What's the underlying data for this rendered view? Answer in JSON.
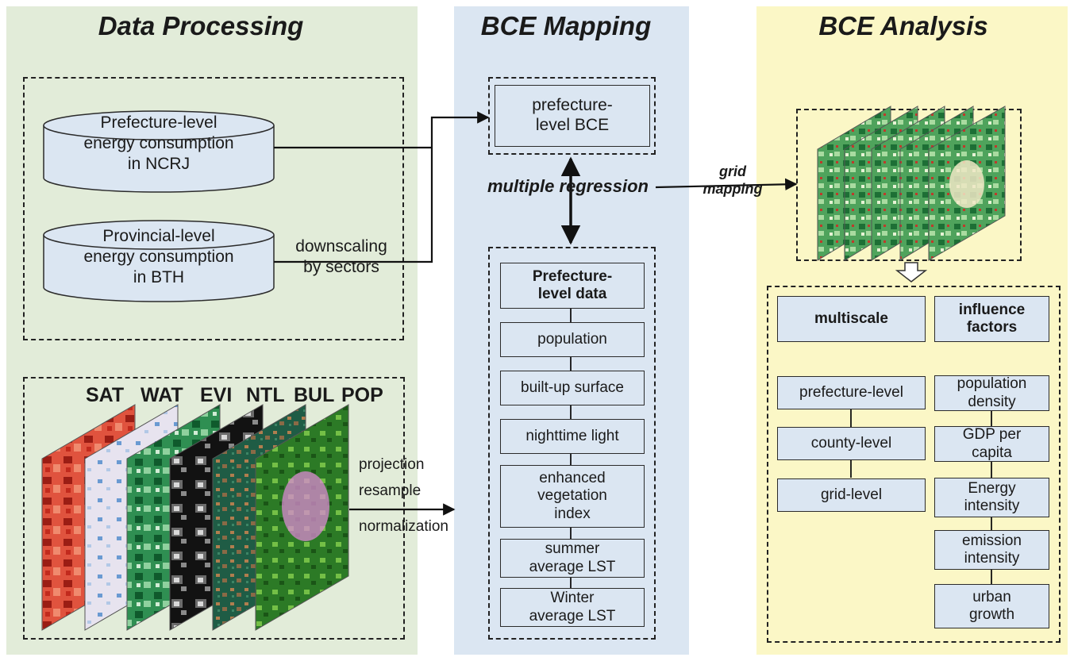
{
  "sections": {
    "data_processing": "Data Processing",
    "bce_mapping": "BCE Mapping",
    "bce_analysis": "BCE Analysis"
  },
  "inputs": {
    "prefecture_db": "Prefecture-level\nenergy consumption\nin NCRJ",
    "provincial_db": "Provincial-level\nenergy consumption\nin BTH",
    "downscaling": "downscaling\nby sectors",
    "layer_labels": [
      "SAT",
      "WAT",
      "EVI",
      "NTL",
      "BUL",
      "POP"
    ],
    "preprocess": [
      "projection",
      "resample",
      "normalization"
    ]
  },
  "mapping": {
    "bce_box": "prefecture-\nlevel BCE",
    "regression": "multiple regression",
    "data_header": "Prefecture-\nlevel data",
    "factors": [
      "population",
      "built-up surface",
      "nighttime light",
      "enhanced\nvegetation\nindex",
      "summer\naverage LST",
      "Winter\naverage LST"
    ]
  },
  "grid_label": "grid\nmapping",
  "analysis": {
    "multiscale_header": "multiscale",
    "influence_header": "influence\nfactors",
    "scales": [
      "prefecture-level",
      "county-level",
      "grid-level"
    ],
    "influence_factors": [
      "population\ndensity",
      "GDP per\ncapita",
      "Energy\nintensity",
      "emission\nintensity",
      "urban\ngrowth"
    ]
  },
  "colors": {
    "panel_left": "#e2ecd9",
    "panel_mid": "#dbe6f2",
    "panel_right": "#fbf7c6",
    "box_fill": "#dbe6f2",
    "map_green": "#3e8e4a",
    "map_red": "#c0392b"
  }
}
